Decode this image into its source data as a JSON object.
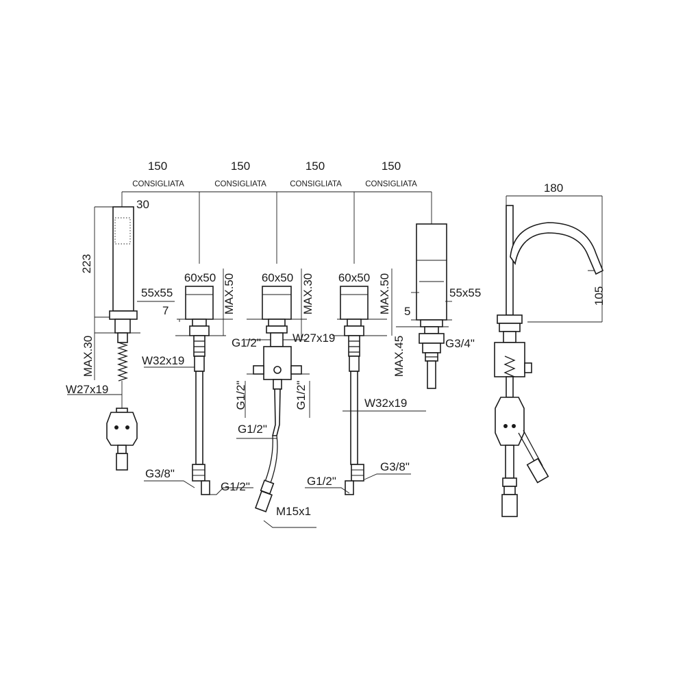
{
  "top_dimensions": {
    "spacing_1": "150",
    "spacing_2": "150",
    "spacing_3": "150",
    "spacing_4": "150",
    "note_1": "CONSIGLIATA",
    "note_2": "CONSIGLIATA",
    "note_3": "CONSIGLIATA",
    "note_4": "CONSIGLIATA"
  },
  "hand_shower": {
    "width": "30",
    "height": "223",
    "base": "55x55",
    "max_thickness": "MAX.30",
    "connection": "W27x19"
  },
  "valve_left": {
    "size": "60x50",
    "max_thickness": "MAX.50",
    "rise": "7",
    "thread": "W32x19",
    "hose_end": "G3/8\"",
    "outlet": "G1/2\""
  },
  "diverter": {
    "size": "60x50",
    "max_thickness": "MAX.30",
    "top_thread": "G1/2\"",
    "stem_thread": "W27x19",
    "side_left": "G1/2\"",
    "side_right": "G1/2\"",
    "bottom": "G1/2\"",
    "hose_end": "M15x1"
  },
  "valve_right": {
    "size": "60x50",
    "max_thickness": "MAX.50",
    "thread": "W32x19",
    "outlet": "G1/2\"",
    "hose_end": "G3/8\""
  },
  "spout": {
    "base": "55x55",
    "rise": "5",
    "max_thickness": "MAX.45",
    "thread": "G3/4\""
  },
  "side_view": {
    "reach": "180",
    "height": "105"
  }
}
